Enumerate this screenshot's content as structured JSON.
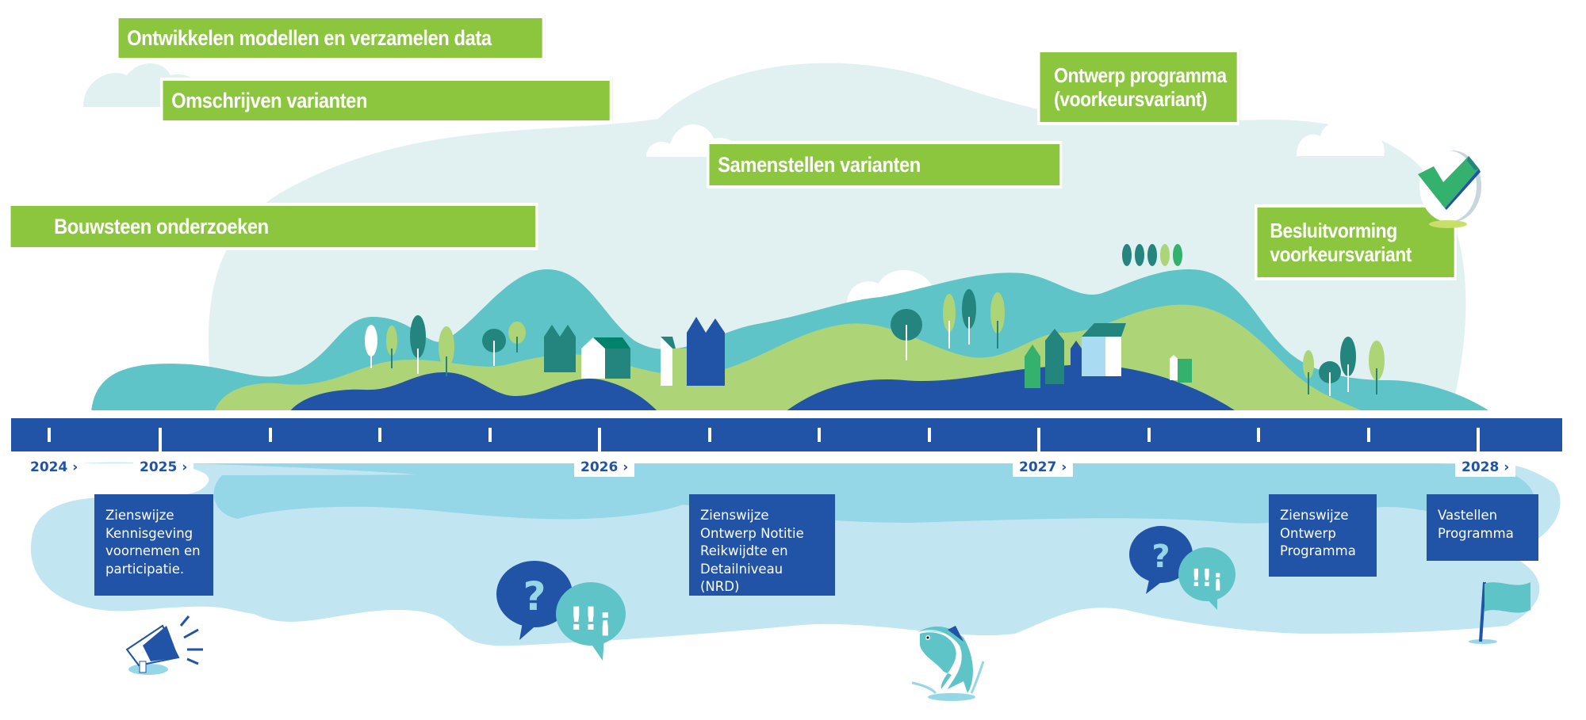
{
  "diagram": {
    "type": "project-timeline",
    "colors": {
      "phase_green": "#8cc63f",
      "timeline_blue": "#2153a6",
      "water_light": "#c2e6f1",
      "water_mid": "#95d6e7",
      "hill_teal": "#5ec4c7",
      "hill_green": "#add577",
      "sky": "#e1f1f1",
      "check_green": "#35b16e"
    },
    "phases": [
      {
        "label": "Ontwikkelen modellen en verzamelen data"
      },
      {
        "label": "Omschrijven varianten"
      },
      {
        "label": "Samenstellen varianten"
      },
      {
        "label": "Bouwsteen onderzoeken"
      },
      {
        "label": "Ontwerp programma\n(voorkeursvariant)"
      },
      {
        "label": "Besluitvorming\nvoorkeursvariant"
      }
    ],
    "timeline": {
      "years": [
        {
          "label": "2024 ›"
        },
        {
          "label": "2025 ›"
        },
        {
          "label": "2026 ›"
        },
        {
          "label": "2027 ›"
        },
        {
          "label": "2028 ›"
        }
      ],
      "ticks_per_year": 4
    },
    "milestones": [
      {
        "label": "Zienswijze\nKennisgeving\nvoornemen en\nparticipatie."
      },
      {
        "label": "Zienswijze\nOntwerp Notitie\nReikwijdte en\nDetailniveau (NRD)"
      },
      {
        "label": "Zienswijze\nOntwerp\nProgramma"
      },
      {
        "label": "Vastellen\nProgramma"
      }
    ],
    "icons": [
      {
        "name": "megaphone-icon"
      },
      {
        "name": "question-speech-bubble-icon"
      },
      {
        "name": "exclamation-speech-bubble-icon"
      },
      {
        "name": "jumping-fish-icon"
      },
      {
        "name": "finish-flag-icon"
      },
      {
        "name": "checkmark-badge-icon"
      }
    ]
  }
}
